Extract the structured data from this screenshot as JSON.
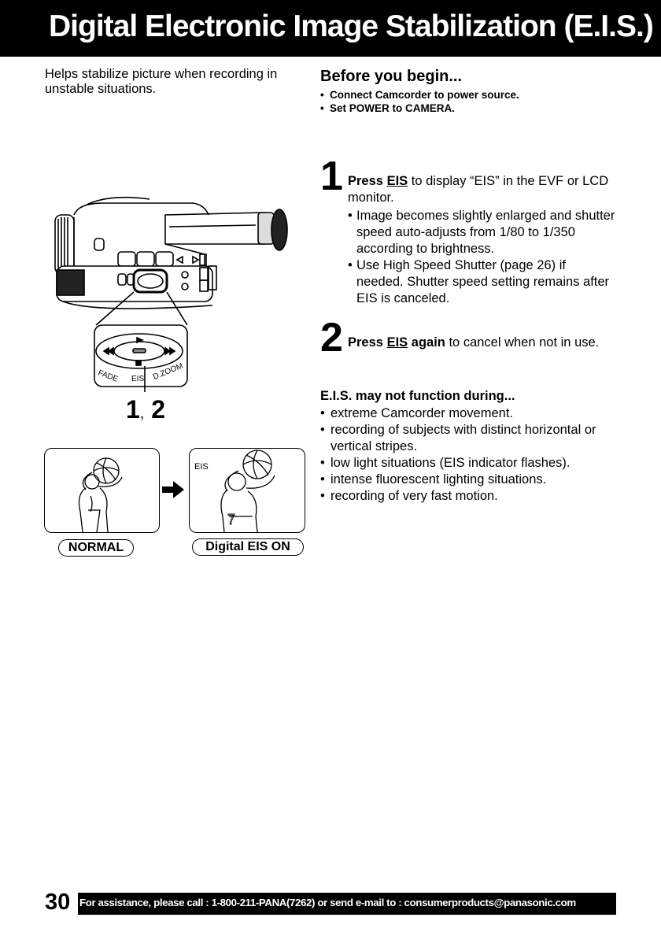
{
  "header": {
    "title": "Digital Electronic Image Stabilization (E.I.S.)"
  },
  "intro": "Helps stabilize picture when recording in unstable situations.",
  "before": {
    "heading": "Before you begin...",
    "items": [
      "Connect Camcorder to power source.",
      "Set POWER to CAMERA."
    ]
  },
  "step1": {
    "number": "1",
    "press": "Press",
    "key": "EIS",
    "text": "to display “EIS” in the EVF or LCD monitor.",
    "bullets": [
      "Image becomes slightly enlarged and shutter speed auto-adjusts from 1/80 to 1/350 according to brightness.",
      "Use High Speed Shutter (page 26) if needed. Shutter speed setting remains after EIS is canceled."
    ]
  },
  "step2": {
    "number": "2",
    "press": "Press",
    "key": "EIS",
    "again": "again",
    "text": "to cancel when not in use."
  },
  "eis_warn": {
    "heading": "E.I.S. may not function during...",
    "items": [
      "extreme Camcorder movement.",
      "recording of subjects with distinct horizontal or vertical stripes.",
      "low light situations (EIS indicator flashes).",
      "intense fluorescent lighting situations.",
      "recording of very fast motion."
    ]
  },
  "illustration": {
    "step_label_a": "1",
    "step_label_sep": ",",
    "step_label_b": "2",
    "dial_fade": "FADE",
    "dial_eis": "EIS",
    "dial_zoom": "D.ZOOM",
    "screen_indicator": "EIS",
    "player_number": "7",
    "normal_label": "NORMAL",
    "eis_on_label": "Digital EIS ON"
  },
  "footer": {
    "page_number": "30",
    "assist_text": "For assistance, please call : 1-800-211-PANA(7262) or send e-mail to : consumerproducts@panasonic.com"
  }
}
